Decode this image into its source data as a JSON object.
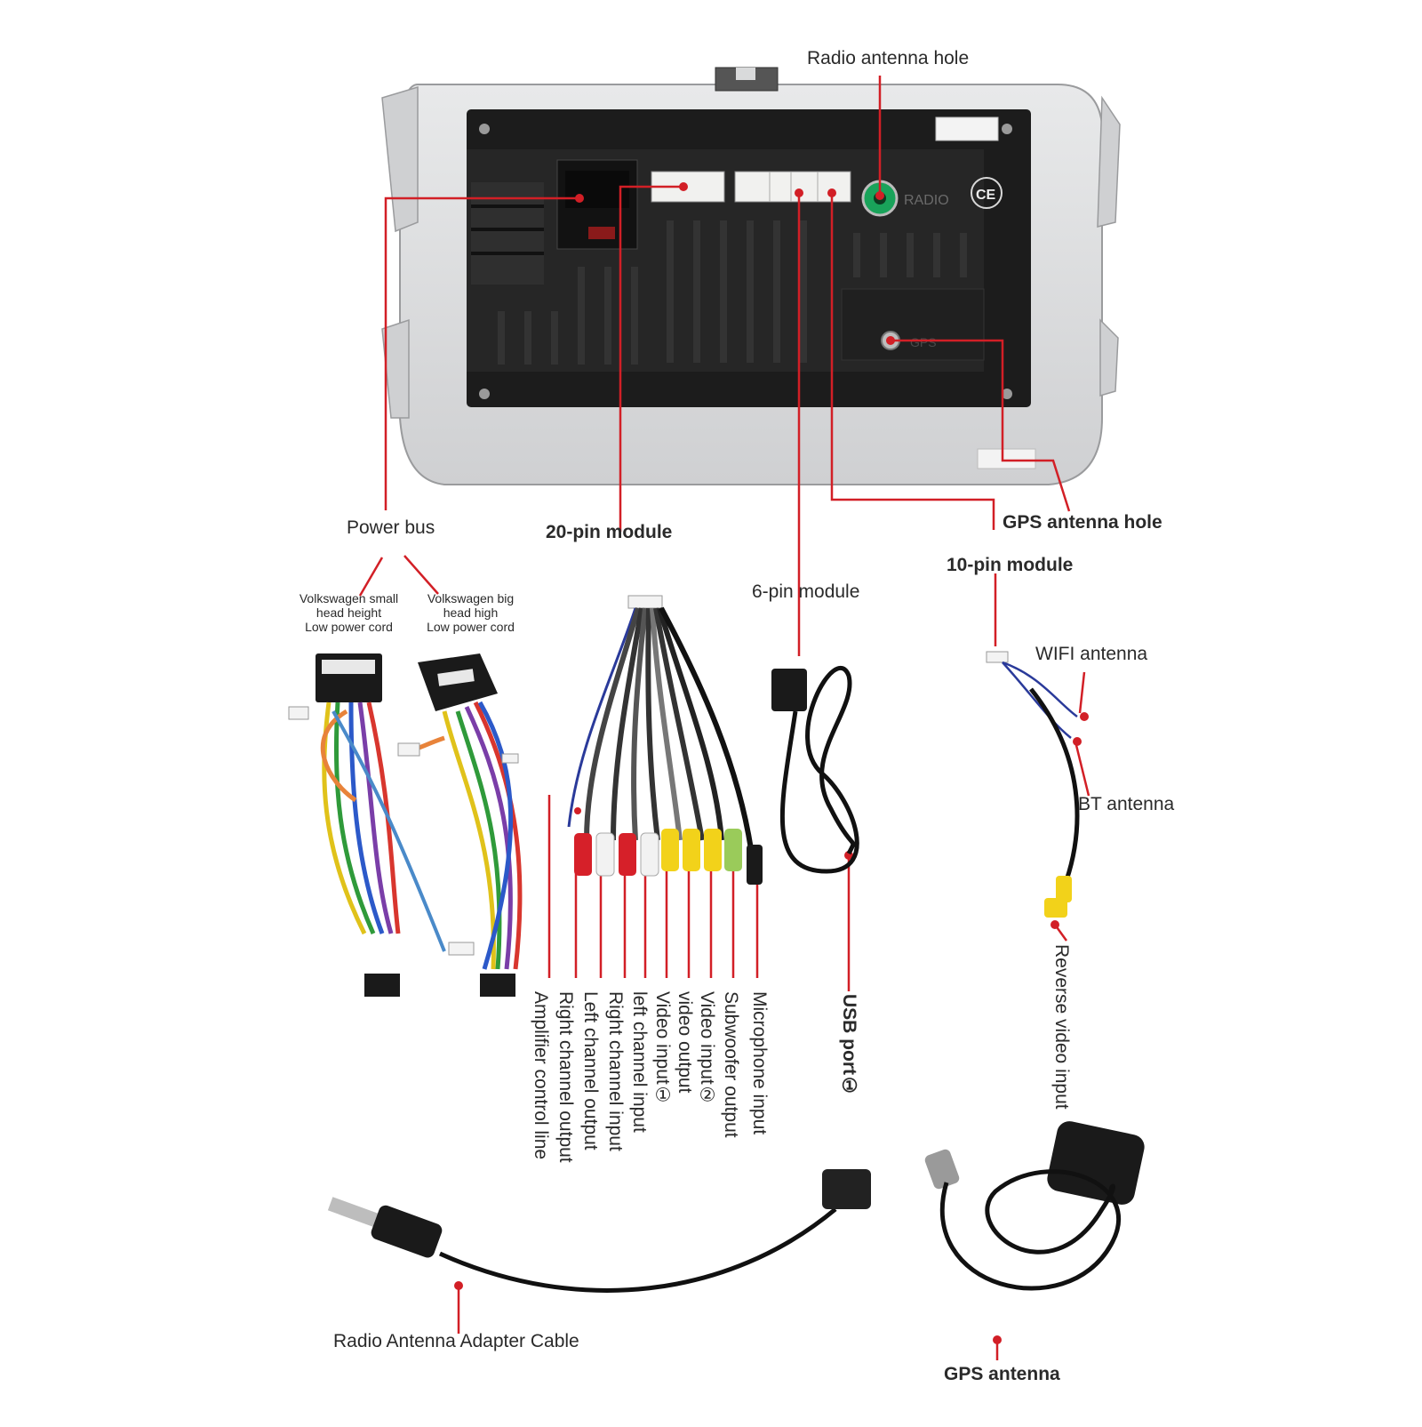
{
  "colors": {
    "leader": "#d21f26",
    "unit_body": "#1c1c1c",
    "bracket": "#d9dadb",
    "cable": "#1a1a1a"
  },
  "labels": {
    "radio_antenna_hole": "Radio antenna hole",
    "gps_antenna_hole": "GPS antenna hole",
    "power_bus": "Power bus",
    "pin20": "20-pin module",
    "pin6": "6-pin module",
    "pin10": "10-pin module",
    "vw_small": "Volkswagen small\nhead height\nLow power cord",
    "vw_big": "Volkswagen big\nhead high\nLow power cord",
    "wifi": "WIFI antenna",
    "bt": "BT antenna",
    "reverse_video": "Reverse video input",
    "usb": "USB port①",
    "radio_adapter": "Radio Antenna Adapter Cable",
    "gps_antenna": "GPS antenna"
  },
  "unit_markings": {
    "radio": "RADIO",
    "gps": "GPS",
    "ce": "CE"
  },
  "rca_labels": [
    "Amplifier control line",
    "Right channel output",
    "Left channel output",
    "Right channel input",
    "left channel input",
    "Video input①",
    "video output",
    "Video input②",
    "Subwoofer output",
    "Microphone input"
  ],
  "icons": [
    "rca-plug-icon",
    "usb-plug-icon",
    "gps-puck-icon",
    "antenna-plug-icon"
  ]
}
